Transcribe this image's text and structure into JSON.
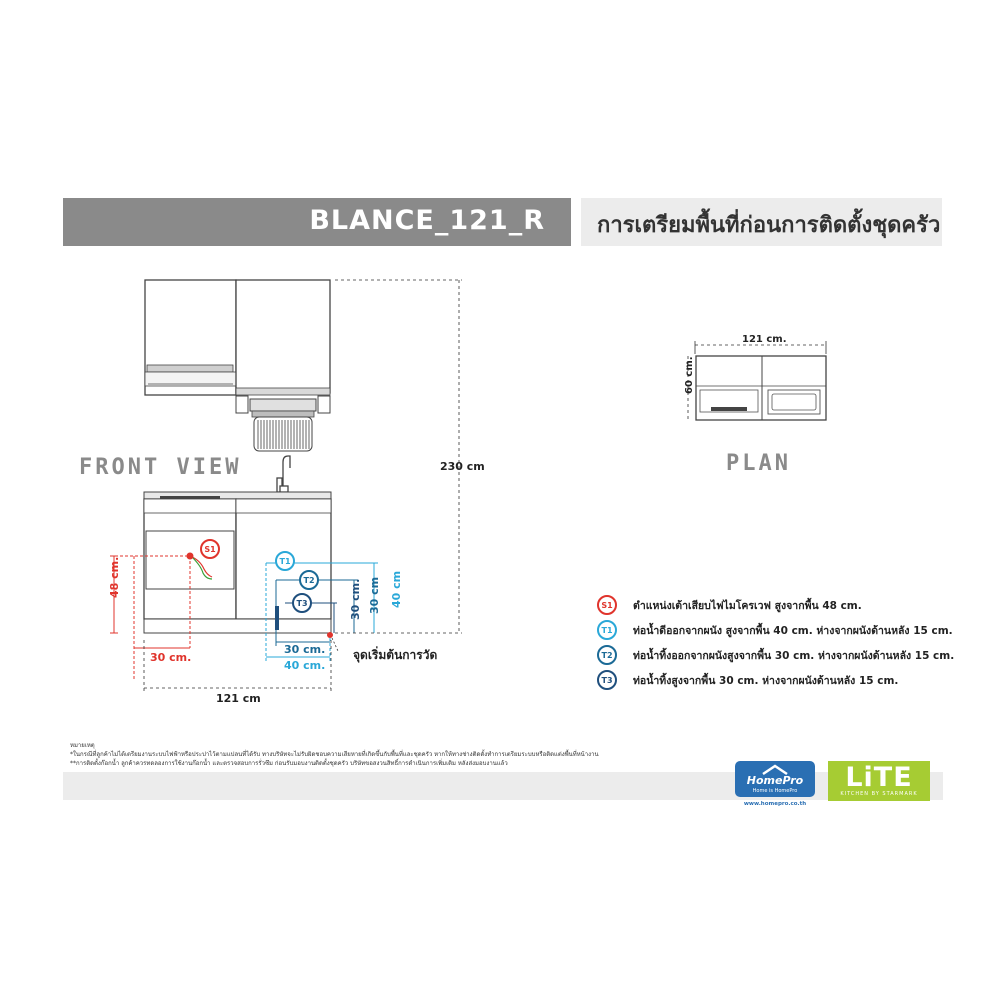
{
  "header": {
    "model": "BLANCE_121_R",
    "subtitle": "การเตรียมพื้นที่ก่อนการติดตั้งชุดครัว"
  },
  "front_view": {
    "label": "FRONT VIEW",
    "height_total": "230 cm",
    "width_total": "121 cm",
    "dim_48": "48 cm.",
    "dim_30_left": "30 cm.",
    "dim_40_right": "40 cm",
    "dim_30_mid": "30 cm",
    "dim_30_inner": "30 cm.",
    "dim_30_bottom": "30 cm.",
    "dim_40_bottom": "40 cm.",
    "start_point": "จุดเริ่มต้นการวัด",
    "markers": {
      "s1": "S1",
      "t1": "T1",
      "t2": "T2",
      "t3": "T3"
    }
  },
  "plan": {
    "label": "PLAN",
    "width": "121 cm.",
    "depth": "60 cm."
  },
  "legend": [
    {
      "code": "S1",
      "color": "#e0342c",
      "text": "ตำแหน่งเต้าเสียบไฟไมโครเวฟ สูงจากพื้น 48 cm."
    },
    {
      "code": "T1",
      "color": "#2aa8d8",
      "text": "ท่อน้ำดีออกจากผนัง สูงจากพื้น 40 cm. ห่างจากผนังด้านหลัง 15 cm."
    },
    {
      "code": "T2",
      "color": "#1b6a96",
      "text": "ท่อน้ำทิ้งออกจากผนังสูงจากพื้น 30 cm. ห่างจากผนังด้านหลัง 15 cm."
    },
    {
      "code": "T3",
      "color": "#1f4f7d",
      "text": "ท่อน้ำทิ้งสูงจากพื้น 30 cm. ห่างจากผนังด้านหลัง 15 cm."
    }
  ],
  "notes": {
    "title": "หมายเหตุ",
    "line1": "*ในกรณีที่ลูกค้าไม่ได้เตรียมงานระบบไฟฟ้าหรือประปาไว้ตามแปลนที่ได้รับ ทางบริษัทจะไม่รับผิดชอบความเสียหายที่เกิดขึ้นกับพื้นที่และชุดครัว หากให้ทางช่างติดตั้งทำการเตรียมระบบหรือติดแต่งพื้นที่หน้างาน",
    "line2": "**การติดตั้งก๊อกน้ำ ลูกค้าควรทดลองการใช้งานก๊อกน้ำ และตรวจสอบการรั่วซึม ก่อนรับมอบงานติดตั้งชุดครัว บริษัทขอสงวนสิทธิ์การดำเนินการเพิ่มเติม หลังส่งมอบงานแล้ว"
  },
  "logos": {
    "homepro": "HomePro",
    "homepro_tagline": "Home is HomePro",
    "homepro_url": "www.homepro.co.th",
    "lite": "LiTE",
    "lite_sub": "KITCHEN BY STARMARK"
  },
  "colors": {
    "header_gray": "#8a8a8a",
    "light_gray": "#ececec",
    "red": "#e0342c",
    "cyan": "#2aa8d8",
    "teal": "#1b6a96",
    "navy": "#1f4f7d",
    "lite_green": "#a6cc33",
    "homepro_blue": "#2a6fb3"
  }
}
